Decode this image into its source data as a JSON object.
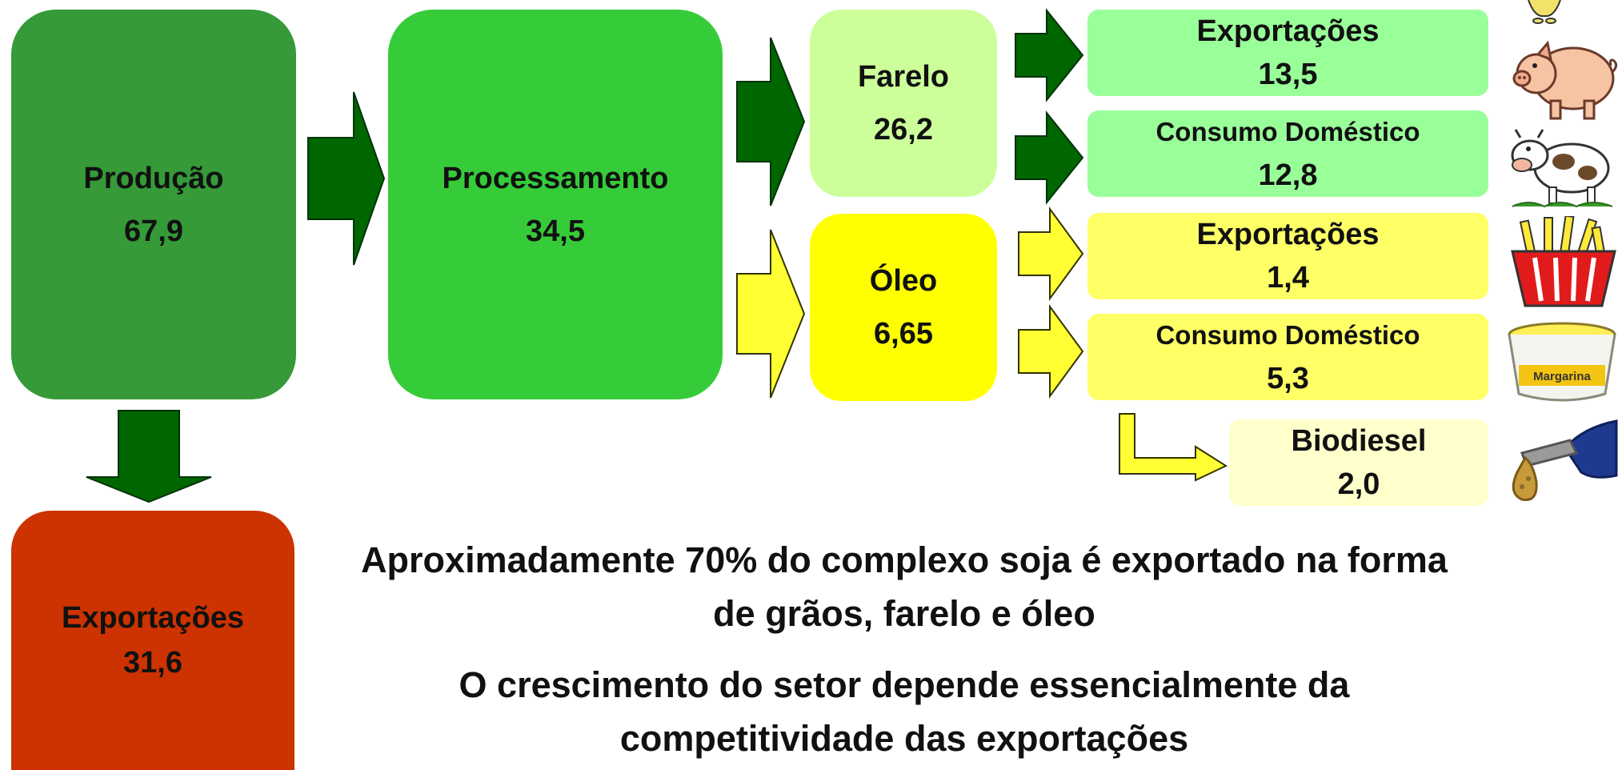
{
  "colors": {
    "producao": "#359a37",
    "processamento": "#36cc39",
    "farelo": "#ccff99",
    "oleo": "#ffff00",
    "farelo_outputs": "#99ff99",
    "oleo_outputs": "#ffff66",
    "biodiesel": "#ffffcc",
    "exportacoes_graos": "#cc3300",
    "dark_arrow": "#006600",
    "yellow_arrow": "#ffff33"
  },
  "nodes": {
    "producao": {
      "label": "Produção",
      "value": "67,9"
    },
    "processamento": {
      "label": "Processamento",
      "value": "34,5"
    },
    "farelo": {
      "label": "Farelo",
      "value": "26,2"
    },
    "oleo": {
      "label": "Óleo",
      "value": "6,65"
    },
    "farelo_exportacoes": {
      "label": "Exportações",
      "value": "13,5"
    },
    "farelo_consumo": {
      "label": "Consumo Doméstico",
      "value": "12,8"
    },
    "oleo_exportacoes": {
      "label": "Exportações",
      "value": "1,4"
    },
    "oleo_consumo": {
      "label": "Consumo Doméstico",
      "value": "5,3"
    },
    "biodiesel": {
      "label": "Biodiesel",
      "value": "2,0"
    },
    "exportacoes_graos": {
      "label": "Exportações",
      "value": "31,6"
    }
  },
  "icons": [
    "pig-icon",
    "cow-icon",
    "french-fries-icon",
    "margarine-tub-icon",
    "fuel-nozzle-icon"
  ],
  "margarine_label": "Margarina",
  "messages": {
    "line1": "Aproximadamente 70% do complexo soja é exportado na forma",
    "line2": "de grãos, farelo e óleo",
    "line3": "O crescimento do setor depende essencialmente da",
    "line4": "competitividade das exportações"
  }
}
